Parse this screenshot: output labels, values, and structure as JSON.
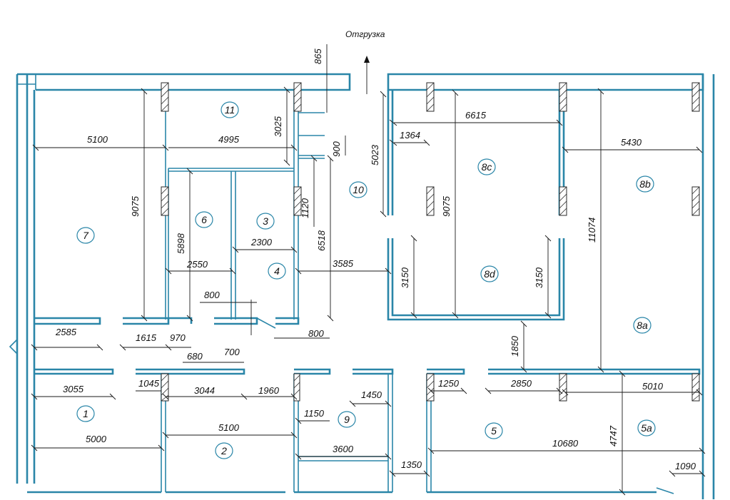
{
  "direction_label": "Отгрузка",
  "rooms": [
    {
      "id": "r1",
      "label": "1"
    },
    {
      "id": "r2",
      "label": "2"
    },
    {
      "id": "r3",
      "label": "3"
    },
    {
      "id": "r4",
      "label": "4"
    },
    {
      "id": "r5",
      "label": "5"
    },
    {
      "id": "r5a",
      "label": "5a"
    },
    {
      "id": "r6",
      "label": "6"
    },
    {
      "id": "r7",
      "label": "7"
    },
    {
      "id": "r8a",
      "label": "8a"
    },
    {
      "id": "r8b",
      "label": "8b"
    },
    {
      "id": "r8c",
      "label": "8c"
    },
    {
      "id": "r8d",
      "label": "8d"
    },
    {
      "id": "r9",
      "label": "9"
    },
    {
      "id": "r10",
      "label": "10"
    },
    {
      "id": "r11",
      "label": "11"
    }
  ],
  "dimensions": {
    "d5100a": "5100",
    "d4995": "4995",
    "d3025": "3025",
    "d865": "865",
    "d900": "900",
    "d5023": "5023",
    "d6615": "6615",
    "d1364": "1364",
    "d5430": "5430",
    "d9075a": "9075",
    "d9075b": "9075",
    "d11074": "11074",
    "d5898": "5898",
    "d2300": "2300",
    "d1120": "1120",
    "d6518": "6518",
    "d2550": "2550",
    "d3585": "3585",
    "d3150a": "3150",
    "d3150b": "3150",
    "d800a": "800",
    "d800b": "800",
    "d2585": "2585",
    "d1615": "1615",
    "d970": "970",
    "d680": "680",
    "d700": "700",
    "d1850": "1850",
    "d3055": "3055",
    "d1045": "1045",
    "d3044": "3044",
    "d1960": "1960",
    "d1450": "1450",
    "d1250": "1250",
    "d2850": "2850",
    "d5010": "5010",
    "d1150": "1150",
    "d5000": "5000",
    "d5100b": "5100",
    "d3600": "3600",
    "d10680": "10680",
    "d4747": "4747",
    "d1350": "1350",
    "d1090": "1090"
  }
}
